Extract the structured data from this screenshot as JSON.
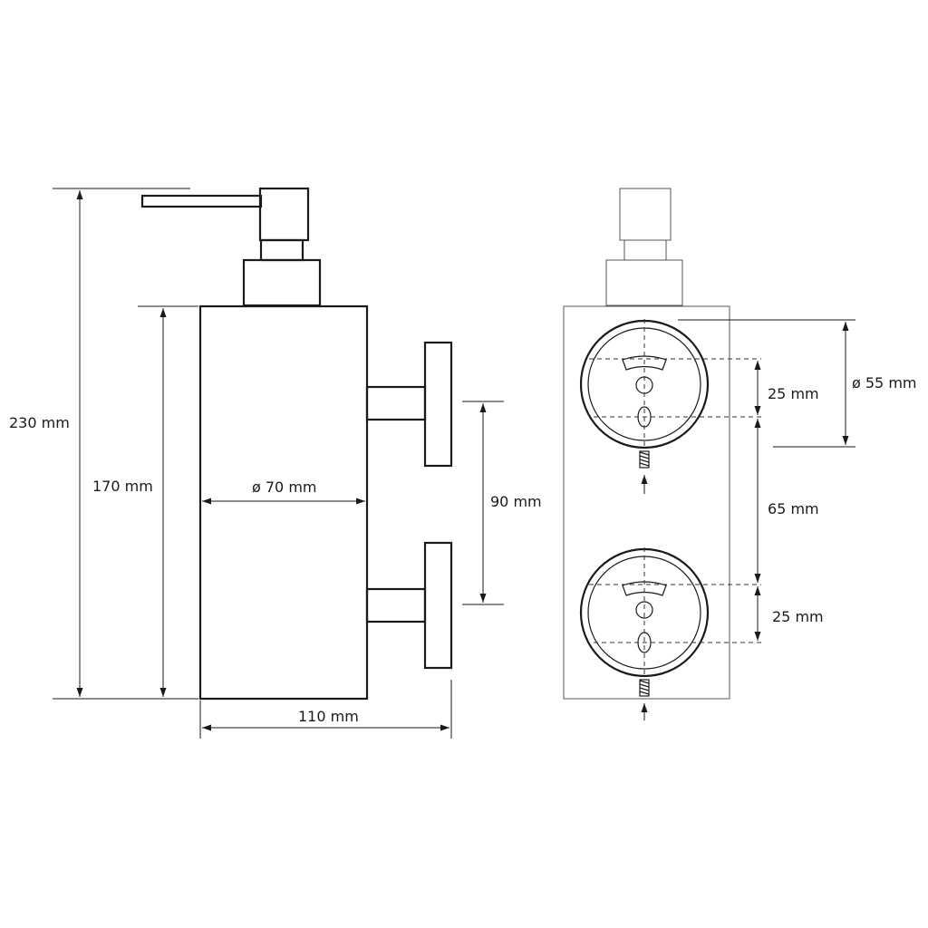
{
  "dimensions": {
    "total_height": "230 mm",
    "body_height": "170 mm",
    "diameter_body": "ø 70 mm",
    "depth": "110 mm",
    "bracket_spacing": "90 mm",
    "flange_diameter": "ø 55 mm",
    "hole_spacing_top": "25 mm",
    "hole_spacing_mid": "65 mm",
    "hole_spacing_bottom": "25 mm"
  }
}
